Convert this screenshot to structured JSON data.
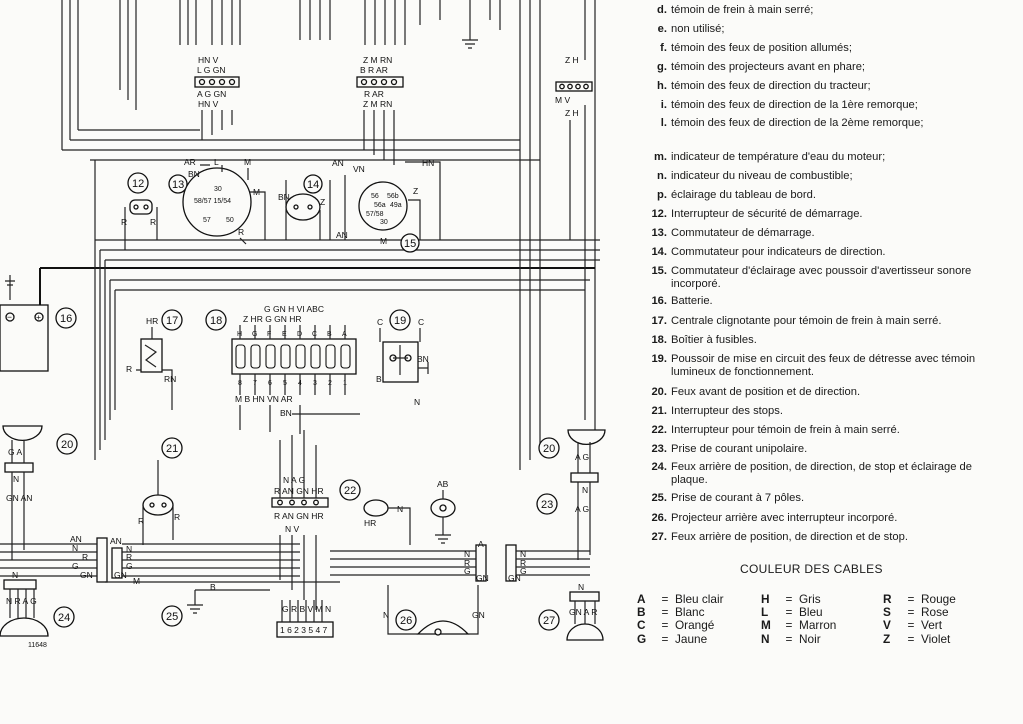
{
  "legend": {
    "items": [
      {
        "key": "d.",
        "text": "témoin de frein à main serré;"
      },
      {
        "key": "e.",
        "text": "non utilisé;"
      },
      {
        "key": "f.",
        "text": "témoin des feux de position allumés;"
      },
      {
        "key": "g.",
        "text": "témoin des projecteurs avant en phare;"
      },
      {
        "key": "h.",
        "text": "témoin des feux de direction du tracteur;"
      },
      {
        "key": "i.",
        "text": "témoin des feux de direction de la 1ère remorque;"
      },
      {
        "key": "l.",
        "text": "témoin des feux de direction de la 2ème remorque;"
      },
      {
        "key": "m.",
        "text": "indicateur de température d'eau du moteur;"
      },
      {
        "key": "n.",
        "text": "indicateur du niveau de combustible;"
      },
      {
        "key": "p.",
        "text": "éclairage du tableau de bord."
      },
      {
        "key": "12.",
        "text": "Interrupteur de sécurité de démarrage."
      },
      {
        "key": "13.",
        "text": "Commutateur de démarrage."
      },
      {
        "key": "14.",
        "text": "Commutateur pour indicateurs de direction."
      },
      {
        "key": "15.",
        "text": "Commutateur d'éclairage avec poussoir d'avertisseur sonore incorporé."
      },
      {
        "key": "16.",
        "text": "Batterie."
      },
      {
        "key": "17.",
        "text": "Centrale clignotante pour témoin de frein à main serré."
      },
      {
        "key": "18.",
        "text": "Boîtier à fusibles."
      },
      {
        "key": "19.",
        "text": "Poussoir de mise en circuit des feux de détresse avec témoin lumineux de fonctionnement."
      },
      {
        "key": "20.",
        "text": "Feux avant de position et de direction."
      },
      {
        "key": "21.",
        "text": "Interrupteur des stops."
      },
      {
        "key": "22.",
        "text": "Interrupteur pour témoin de frein à main serré."
      },
      {
        "key": "23.",
        "text": "Prise de courant unipolaire."
      },
      {
        "key": "24.",
        "text": "Feux arrière de position, de direction, de stop et éclairage de plaque."
      },
      {
        "key": "25.",
        "text": "Prise de courant à 7 pôles."
      },
      {
        "key": "26.",
        "text": "Projecteur arrière avec interrupteur incorporé."
      },
      {
        "key": "27.",
        "text": "Feux arrière de position, de direction et de stop."
      }
    ]
  },
  "colors": {
    "title": "COULEUR DES CABLES",
    "eq": "=",
    "col1": [
      {
        "code": "A",
        "name": "Bleu clair"
      },
      {
        "code": "B",
        "name": "Blanc"
      },
      {
        "code": "C",
        "name": "Orangé"
      },
      {
        "code": "G",
        "name": "Jaune"
      }
    ],
    "col2": [
      {
        "code": "H",
        "name": "Gris"
      },
      {
        "code": "L",
        "name": "Bleu"
      },
      {
        "code": "M",
        "name": "Marron"
      },
      {
        "code": "N",
        "name": "Noir"
      }
    ],
    "col3": [
      {
        "code": "R",
        "name": "Rouge"
      },
      {
        "code": "S",
        "name": "Rose"
      },
      {
        "code": "V",
        "name": "Vert"
      },
      {
        "code": "Z",
        "name": "Violet"
      }
    ]
  },
  "diagram": {
    "ref_code": "11648",
    "components": {
      "c12": "12",
      "c13": "13",
      "c14": "14",
      "c15": "15",
      "c16": "16",
      "c17": "17",
      "c18": "18",
      "c19": "19",
      "c20a": "20",
      "c20b": "20",
      "c21": "21",
      "c22": "22",
      "c23": "23",
      "c24": "24",
      "c25": "25",
      "c26": "26",
      "c27": "27"
    },
    "connector_tl": {
      "top": "HN V",
      "mid1": "L G GN",
      "mid2": "A G GN",
      "bot": "HN V"
    },
    "connector_tc": {
      "top": "Z M RN",
      "mid1": "B R AR",
      "mid2": "R AR",
      "bot": "Z M RN"
    },
    "connector_tr": {
      "top": "Z H",
      "mid": "M V",
      "bot": "Z H"
    },
    "switch13": {
      "l1": "AR",
      "l2": "L",
      "l3": "M",
      "l4": "BN",
      "l5": "M",
      "l6": "R",
      "t1": "30",
      "t2": "58/57 15/54",
      "t3": "57",
      "t4": "50"
    },
    "switch15": {
      "l1": "AN",
      "l2": "VN",
      "l3": "HN",
      "l4": "Z",
      "l5": "AN",
      "l6": "M",
      "t1": "56",
      "t2": "56b",
      "t3": "56a",
      "t4": "49a",
      "t5": "57/58",
      "t6": "30"
    },
    "sw14": {
      "l1": "BN",
      "l2": "Z"
    },
    "sw12": {
      "l1": "R",
      "l2": "R"
    },
    "fusebox": {
      "top_labels": "G GN H VI ABC",
      "top2": "Z HR G GN HR",
      "cells": [
        "H",
        "G",
        "F",
        "E",
        "D",
        "C",
        "B",
        "A"
      ],
      "bottom_nums": [
        "8",
        "7",
        "6",
        "5",
        "4",
        "3",
        "2",
        "1"
      ],
      "below": "M  B  HN VN AR",
      "bn": "BN"
    },
    "battery": {
      "minus": "−",
      "plus": "+"
    },
    "flasher17": {
      "l1": "HR",
      "l2": "R",
      "l3": "RN"
    },
    "hazard19": {
      "l1": "C",
      "l2": "C",
      "l3": "BN",
      "l4": "B",
      "l5": "N"
    },
    "front_left": {
      "l1": "G A",
      "l2": "N",
      "l3": "GN AN"
    },
    "front_right": {
      "l1": "A G",
      "l2": "N",
      "l3": "A G"
    },
    "center_conn": {
      "top": "N A G",
      "mid1": "R AN GN HR",
      "mid2": "R AN GN HR",
      "bot": "N V"
    },
    "left_bus": [
      "AN",
      "N",
      "R",
      "G",
      "GN",
      "AN",
      "N",
      "R",
      "G",
      "GN",
      "M"
    ],
    "right_bus": [
      "N",
      "R",
      "G",
      "GN",
      "A",
      "N",
      "R",
      "G",
      "GN"
    ],
    "rear_left": {
      "l1": "N",
      "l2": "N R A G"
    },
    "rear_right": {
      "l1": "N",
      "l2": "GN A R"
    },
    "socket25": {
      "pins": "1 6 2 3 5 4 7",
      "labels": "G R B V M N"
    },
    "lamp26": {
      "l1": "N",
      "l2": "GN"
    },
    "socket23": {
      "l1": "AB"
    },
    "stop21": {
      "l1": "R",
      "l2": "R"
    },
    "sw22": {
      "l1": "HR",
      "l2": "N"
    },
    "misc": {
      "b_label": "B",
      "m_label": "M",
      "n_label": "N",
      "v_label": "V"
    }
  }
}
